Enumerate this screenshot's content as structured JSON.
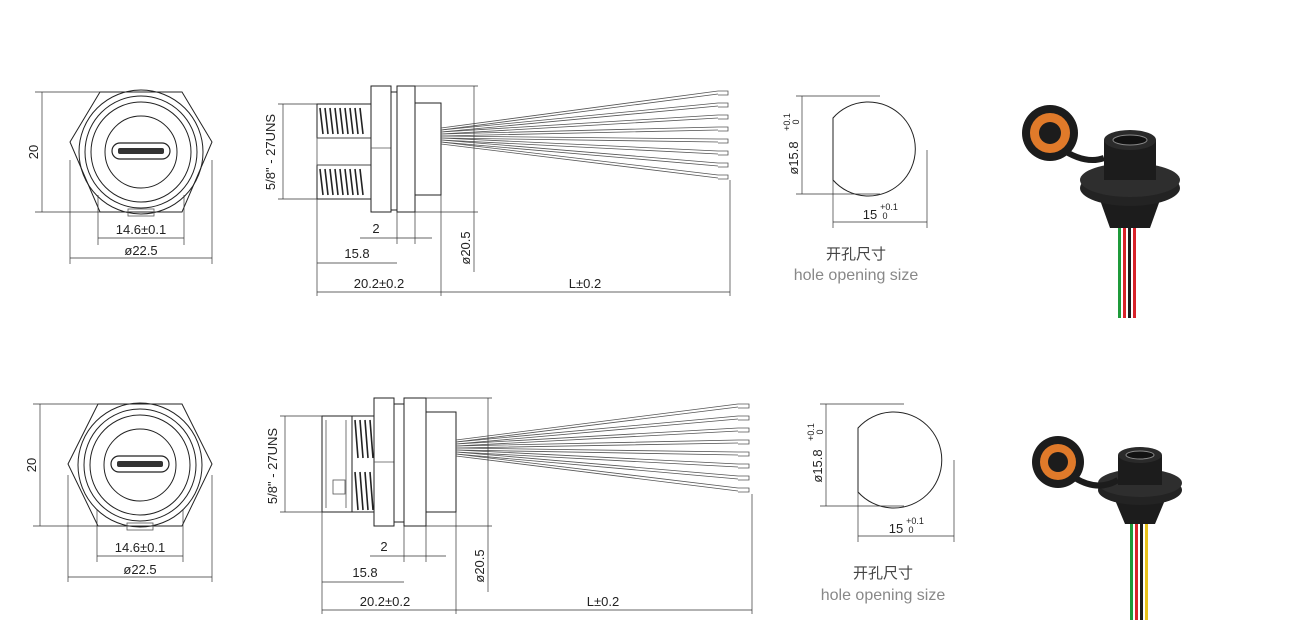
{
  "views": [
    {
      "front": {
        "height": "20",
        "slot_width": "14.6±0.1",
        "diameter": "ø22.5"
      },
      "side": {
        "thread": "5/8\" - 27UNS",
        "flange": "2",
        "depth": "15.8",
        "total": "20.2±0.2",
        "diameter": "ø20.5",
        "wire_length": "L±0.2"
      },
      "hole": {
        "height": "ø15.8",
        "height_tol_upper": "+0.1",
        "height_tol_lower": "0",
        "width": "15",
        "width_tol_upper": "+0.1",
        "width_tol_lower": "0",
        "caption_cn": "开孔尺寸",
        "caption_en": "hole opening size"
      }
    },
    {
      "front": {
        "height": "20",
        "slot_width": "14.6±0.1",
        "diameter": "ø22.5"
      },
      "side": {
        "thread": "5/8\" - 27UNS",
        "flange": "2",
        "depth": "15.8",
        "total": "20.2±0.2",
        "diameter": "ø20.5",
        "wire_length": "L±0.2"
      },
      "hole": {
        "height": "ø15.8",
        "height_tol_upper": "+0.1",
        "height_tol_lower": "0",
        "width": "15",
        "width_tol_upper": "+0.1",
        "width_tol_lower": "0",
        "caption_cn": "开孔尺寸",
        "caption_en": "hole opening size"
      }
    }
  ],
  "colors": {
    "cap_orange": "#e07a2a",
    "body_black": "#1c1c1c",
    "wire_red": "#d8232a",
    "wire_green": "#1f9a3a",
    "wire_yellow": "#e8c21c"
  }
}
